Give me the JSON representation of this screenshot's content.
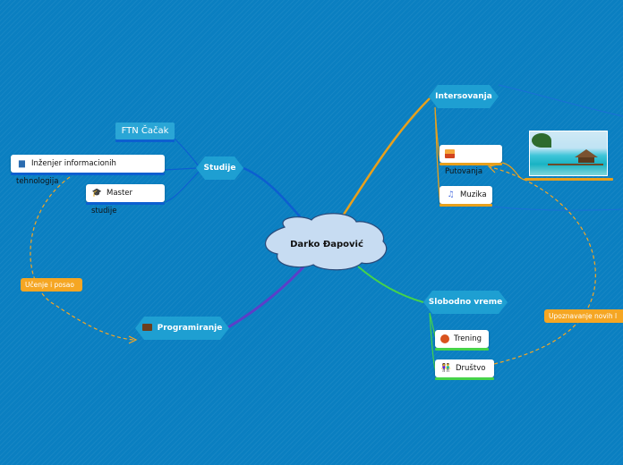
{
  "center": {
    "label": "Darko Đapović"
  },
  "branches": {
    "studije": {
      "label": "Studije",
      "children": {
        "ftn": "FTN Čačak",
        "inzenjer": "Inženjer informacionih tehnologija",
        "master": "Master studije"
      }
    },
    "programiranje": {
      "label": "Programiranje"
    },
    "intersovanja": {
      "label": "Intersovanja",
      "children": {
        "putovanja": "Putovanja",
        "muzika": "Muzika"
      }
    },
    "slobodno_vreme": {
      "label": "Slobodno vreme",
      "children": {
        "trening": "Trening",
        "drustvo": "Društvo"
      }
    }
  },
  "relationships": {
    "ucenje": "Učenje i posao",
    "upoznavanje": "Upoznavanje novih l"
  },
  "colors": {
    "background": "#0a7fc1",
    "central_fill": "#c7dcf2",
    "branch_fill": "#1e9fd2",
    "studije_line": "#0c5fd0",
    "programiranje_line": "#5b3fc8",
    "intersovanja_line": "#e8a01c",
    "slobodno_line": "#45d34a",
    "relationship": "#f5a623"
  },
  "icons": {
    "inzenjer": "computer-icon",
    "master": "graduation-cap-icon",
    "programiranje": "briefcase-icon",
    "putovanja": "picture-icon",
    "muzika": "music-note-icon",
    "trening": "basketball-icon",
    "drustvo": "people-icon"
  },
  "image": {
    "subject": "beach-bungalows-photo"
  }
}
